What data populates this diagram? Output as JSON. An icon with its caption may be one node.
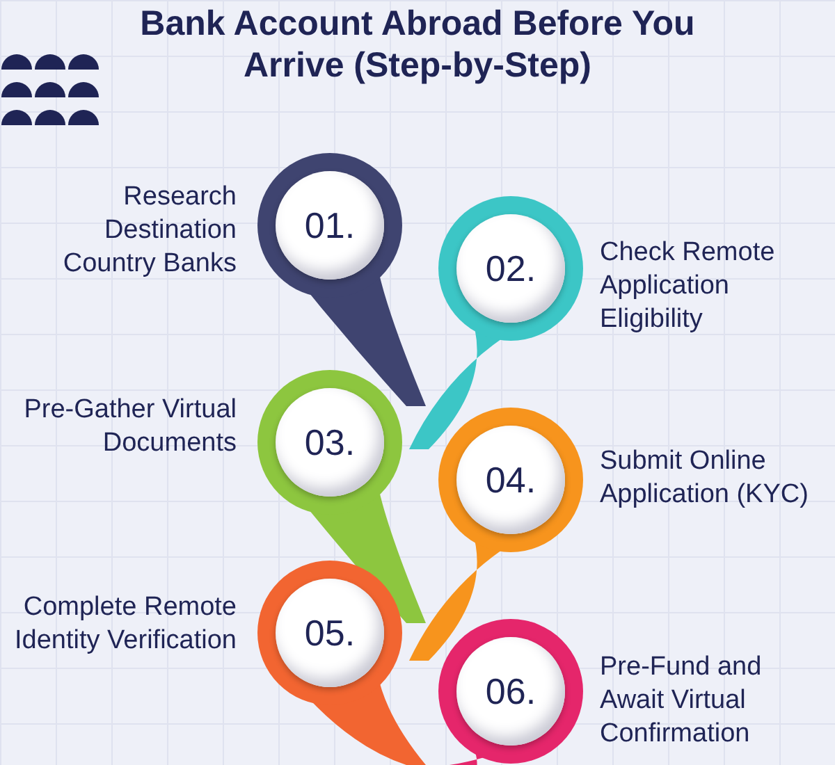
{
  "diagram": {
    "title": "Bank Account Abroad Before You Arrive (Step-by-Step)",
    "nodes": [
      {
        "text": [
          "01."
        ],
        "beside": [
          "Research Destination Country Banks"
        ]
      },
      {
        "text": [
          "02."
        ],
        "beside": [
          "Check Remote Application Eligibility"
        ]
      },
      {
        "text": [
          "03."
        ],
        "beside": [
          "Pre-Gather Virtual Documents"
        ]
      },
      {
        "text": [
          "04."
        ],
        "beside": [
          "Submit Online Application (KYC)"
        ]
      },
      {
        "text": [
          "05."
        ],
        "beside": [
          "Complete Remote Identity Verification"
        ]
      },
      {
        "text": [
          "06."
        ],
        "beside": [
          "Pre-Fund and Await Virtual Confirmation"
        ]
      }
    ]
  }
}
